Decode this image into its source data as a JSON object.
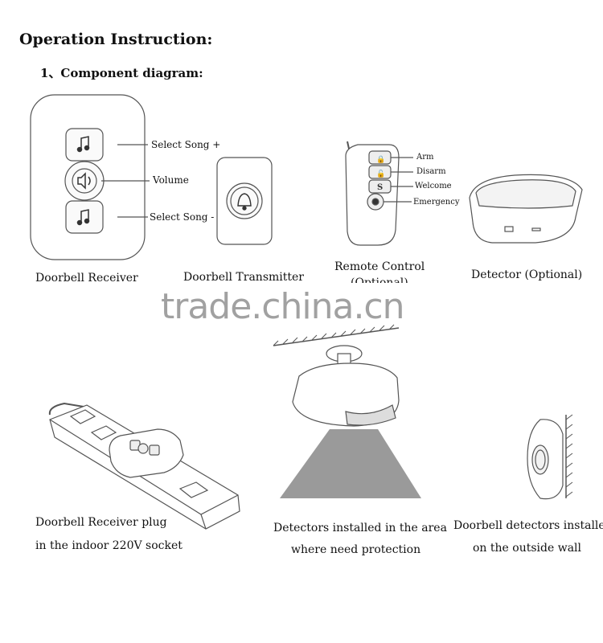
{
  "header": {
    "title": "Operation Instruction:",
    "section": "1、Component diagram:"
  },
  "receiver": {
    "name": "Doorbell Receiver",
    "btn_song_up": "Select Song +",
    "btn_volume": "Volume",
    "btn_song_down": "Select Song -"
  },
  "transmitter": {
    "name": "Doorbell Transmitter"
  },
  "remote": {
    "name": "Remote Control",
    "name_sub": "(Optional)",
    "btn_arm": "Arm",
    "btn_disarm": "Disarm",
    "btn_welcome": "Welcome",
    "btn_emergency": "Emergency"
  },
  "detector": {
    "name": "Detector (Optional)"
  },
  "watermark": "trade.china.cn",
  "installs": {
    "plug_line1": "Doorbell Receiver plug",
    "plug_line2": "in the indoor 220V socket",
    "area_line1": "Detectors installed in the area",
    "area_line2": "where need protection",
    "wall_line1": "Doorbell detectors installed",
    "wall_line2": "on the outside wall"
  },
  "icons": {
    "song_up": "music-note-icon",
    "volume": "speaker-icon",
    "song_down": "music-note-icon",
    "bell": "bell-icon",
    "lock": "lock-icon",
    "unlock": "unlock-icon",
    "welcome": "dollar-s-icon",
    "emergency": "alarm-icon"
  }
}
